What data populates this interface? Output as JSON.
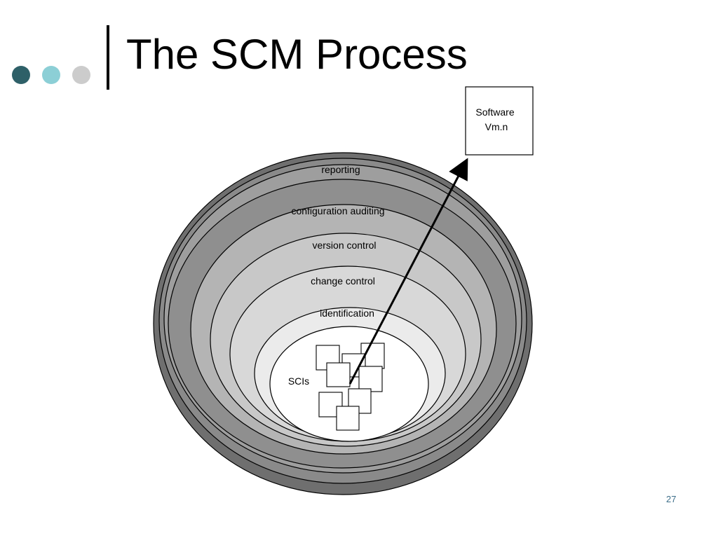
{
  "slide": {
    "title": "The SCM Process",
    "page_number": "27"
  },
  "decor": {
    "dot_colors": [
      "#2e6068",
      "#8ccfd6",
      "#cccccc"
    ]
  },
  "diagram": {
    "layers": [
      {
        "label": "reporting",
        "fill": "#8f8f8f"
      },
      {
        "label": "configuration auditing",
        "fill": "#b4b4b4"
      },
      {
        "label": "version control",
        "fill": "#c8c8c8"
      },
      {
        "label": "change control",
        "fill": "#d8d8d8"
      },
      {
        "label": "identification",
        "fill": "#ebebeb"
      }
    ],
    "core_label": "SCIs",
    "output": {
      "line1": "Software",
      "line2": "Vm.n"
    }
  }
}
